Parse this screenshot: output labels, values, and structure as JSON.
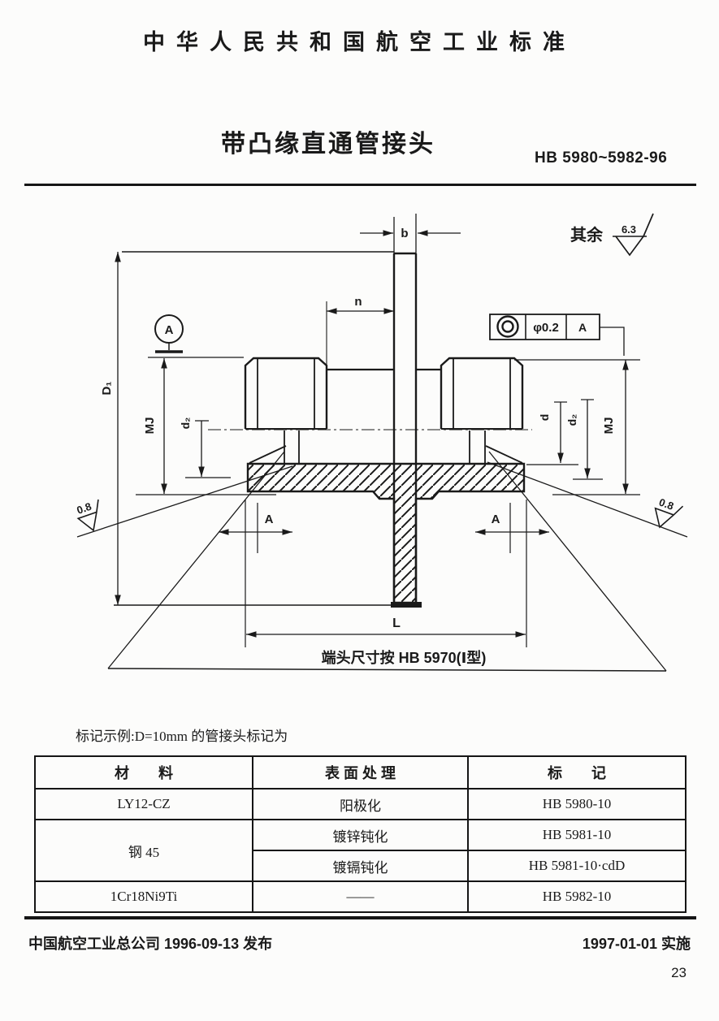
{
  "header": {
    "authority_line": "中华人民共和国航空工业标准",
    "title": "带凸缘直通管接头",
    "standard_no": "HB 5980~5982-96"
  },
  "drawing": {
    "labels": {
      "b": "b",
      "n": "n",
      "surface_other": "其余",
      "surface_other_value": "6.3",
      "datum": "A",
      "tolerance_value": "φ0.2",
      "tolerance_datum": "A",
      "d1": "D₁",
      "mj_left": "MJ",
      "mj_right": "MJ",
      "d2_left": "d₂",
      "d2_right": "d₂",
      "d": "d",
      "a_left": "A",
      "a_right": "A",
      "length": "L",
      "finish_left": "0.8",
      "finish_right": "0.8",
      "end_note": "端头尺寸按 HB 5970(Ⅰ型)"
    }
  },
  "example_line": "标记示例:D=10mm 的管接头标记为",
  "table": {
    "headers": {
      "material": "材　　料",
      "surface": "表 面 处 理",
      "mark": "标　　记"
    },
    "rows": [
      {
        "material": "LY12-CZ",
        "surface": "阳极化",
        "mark": "HB 5980-10"
      },
      {
        "material": "钢 45",
        "surface": "镀锌钝化",
        "mark": "HB 5981-10"
      },
      {
        "surface": "镀镉钝化",
        "mark": "HB 5981-10·cdD"
      },
      {
        "material": "1Cr18Ni9Ti",
        "surface": "——",
        "mark": "HB 5982-10"
      }
    ]
  },
  "footer": {
    "publisher": "中国航空工业总公司 1996-09-13 发布",
    "effective": "1997-01-01 实施",
    "page": "23"
  }
}
